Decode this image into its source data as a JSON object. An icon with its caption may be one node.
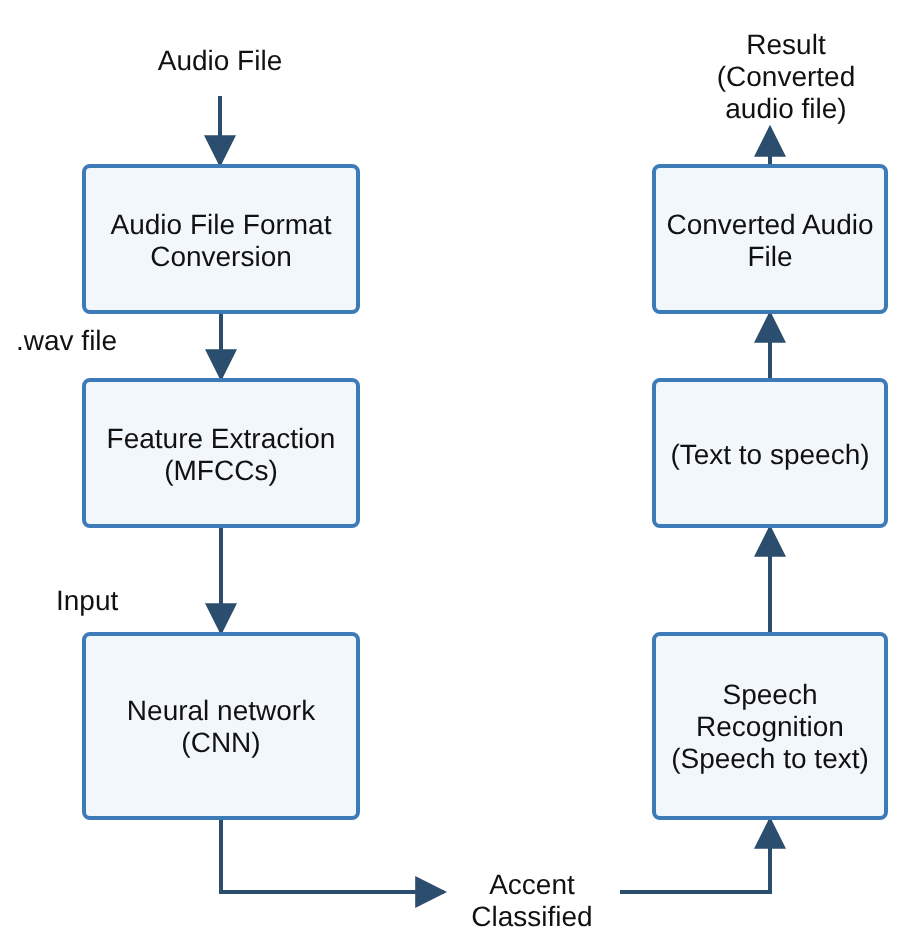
{
  "diagram": {
    "nodes": [
      {
        "text": [
          "Audio File"
        ]
      },
      {
        "text": [
          "Audio File Format Conversion"
        ]
      },
      {
        "text": [
          "Feature Extraction (MFCCs)"
        ]
      },
      {
        "text": [
          "Neural network (CNN)"
        ]
      },
      {
        "text": [
          "Accent Classified"
        ]
      },
      {
        "text": [
          "Speech Recognition (Speech to text)"
        ]
      },
      {
        "text": [
          "(Text to speech)"
        ]
      },
      {
        "text": [
          "Converted Audio File"
        ]
      },
      {
        "text": [
          "Result (Converted audio file)"
        ]
      }
    ],
    "edges": [
      {
        "from": 0,
        "to": 1,
        "arrow": "to"
      },
      {
        "from": 1,
        "to": 2,
        "arrow": "to"
      },
      {
        "from": 2,
        "to": 3,
        "arrow": "to"
      },
      {
        "from": 3,
        "to": 4,
        "arrow": "to"
      },
      {
        "from": 4,
        "to": 5,
        "arrow": "to"
      },
      {
        "from": 5,
        "to": 6,
        "arrow": "to"
      },
      {
        "from": 6,
        "to": 7,
        "arrow": "to"
      },
      {
        "from": 7,
        "to": 8,
        "arrow": "to"
      }
    ],
    "labels": [
      ".wav file",
      "Input"
    ]
  }
}
